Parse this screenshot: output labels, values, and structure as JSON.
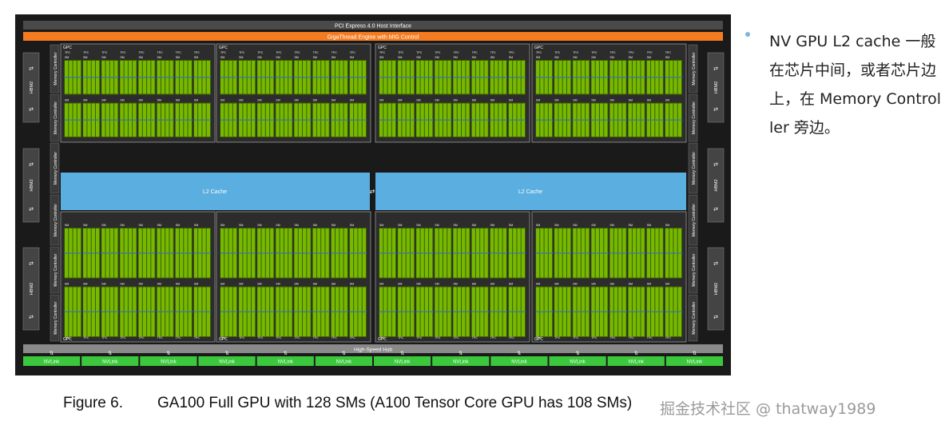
{
  "diagram": {
    "pcie_label": "PCI Express 4.0 Host Interface",
    "gigathread_label": "GigaThread Engine with MIG Control",
    "l2_label": "L2 Cache",
    "gpc_label": "GPC",
    "tpc_label": "TPC",
    "sm_label": "SM",
    "hub_label": "High-Speed Hub",
    "nvlink_label": "NVLink",
    "nvlink_count": 12,
    "memory_controller_label": "Memory Controller",
    "hbm_label": "HBM2",
    "colors": {
      "pcie": "#4a4a4a",
      "gigathread": "#f47b20",
      "l2": "#5aaee0",
      "sm_core": "#76b900",
      "hub": "#8a8a8a",
      "nvlink": "#3cc83c",
      "background": "#1a1a1a"
    }
  },
  "side_note": {
    "text": "NV GPU L2 cache 一般在芯片中间，或者芯片边上，在 Memory Controller 旁边。"
  },
  "caption": {
    "figure": "Figure 6.",
    "text": "GA100 Full GPU with 128 SMs (A100 Tensor Core GPU has 108 SMs)"
  },
  "watermark": "掘金技术社区 @ thatway1989"
}
